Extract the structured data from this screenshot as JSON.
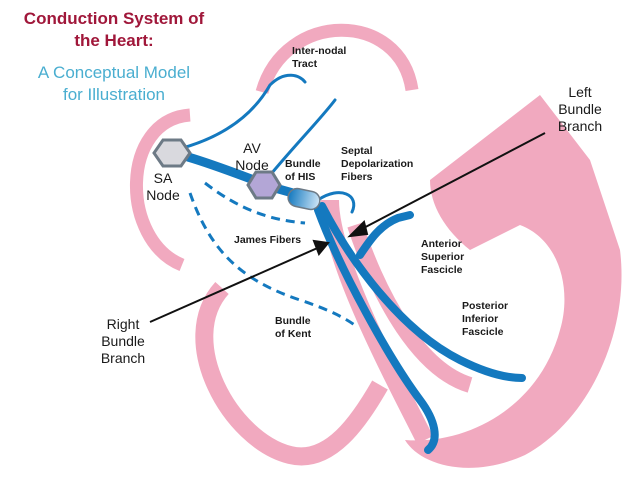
{
  "title": {
    "line1": "Conduction System of",
    "line2": "the Heart:",
    "sub1": "A Conceptual Model",
    "sub2": "for Illustration"
  },
  "labels": {
    "sa_node": "SA\nNode",
    "av_node": "AV\nNode",
    "bundle_of_his": "Bundle\nof HIS",
    "internodal_tract": "Inter-nodal\nTract",
    "septal_depolarization": "Septal\nDepolarization\nFibers",
    "left_bundle_branch": "Left\nBundle\nBranch",
    "right_bundle_branch": "Right\nBundle\nBranch",
    "james_fibers": "James Fibers",
    "anterior_superior_fascicle": "Anterior\nSuperior\nFascicle",
    "posterior_inferior_fascicle": "Posterior\nInferior\nFascicle",
    "bundle_of_kent": "Bundle\nof Kent"
  },
  "colors": {
    "heart_pink": "#f1a9bf",
    "conduction_blue": "#1479bf",
    "node_fill": "#d9d9de",
    "av_node_fill": "#b3a6d6",
    "title_red": "#a0173a",
    "title_blue": "#4aaed0"
  }
}
